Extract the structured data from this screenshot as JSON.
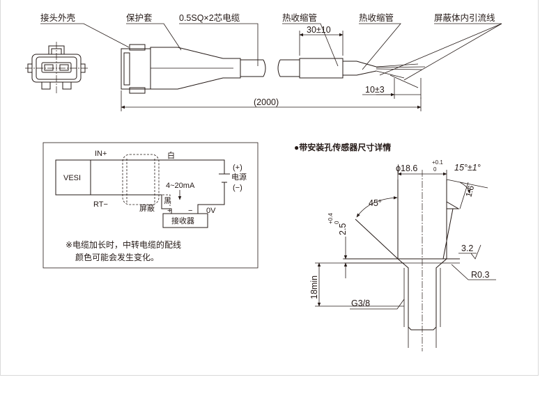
{
  "cable_drawing": {
    "labels": {
      "connector_shell": "接头外壳",
      "protective_sleeve": "保护套",
      "cable_spec": "0.5SQ×2芯电缆",
      "heat_shrink_1": "热收缩管",
      "heat_shrink_2": "热收缩管",
      "shield_lead": "屏蔽体内引流线"
    },
    "dims": {
      "heat_shrink_length": "30±10",
      "lead_strip_length": "10±3",
      "total_length": "(2000)"
    }
  },
  "wiring": {
    "sensor_name": "VESI",
    "in_plus": "IN+",
    "rt_minus": "RT−",
    "white": "白",
    "black": "黑",
    "shield": "屏蔽",
    "current": "4~20mA",
    "psu_plus": "(+)",
    "psu_label": "电源",
    "psu_minus": "(−)",
    "plus_sign": "+",
    "minus_sign": "−",
    "zero_v": "0V",
    "receiver": "接收器",
    "note_line1": "※电缆加长时，中转电缆的配线",
    "note_line2": "颜色可能会发生变化。"
  },
  "hole_detail": {
    "title": "●带安装孔传感器尺寸详情",
    "bore_diameter": "ϕ18.6",
    "bore_tol_upper": "+0.1",
    "bore_tol_lower": "0",
    "cone_angle": "15°±1°",
    "chamfer": "1.6",
    "angle_45": "45°",
    "depth": "2.5",
    "depth_tol_upper": "+0.4",
    "depth_tol_lower": "0",
    "roughness": "3.2",
    "min_depth": "18min",
    "radius": "R0.3",
    "thread": "G3/8"
  }
}
